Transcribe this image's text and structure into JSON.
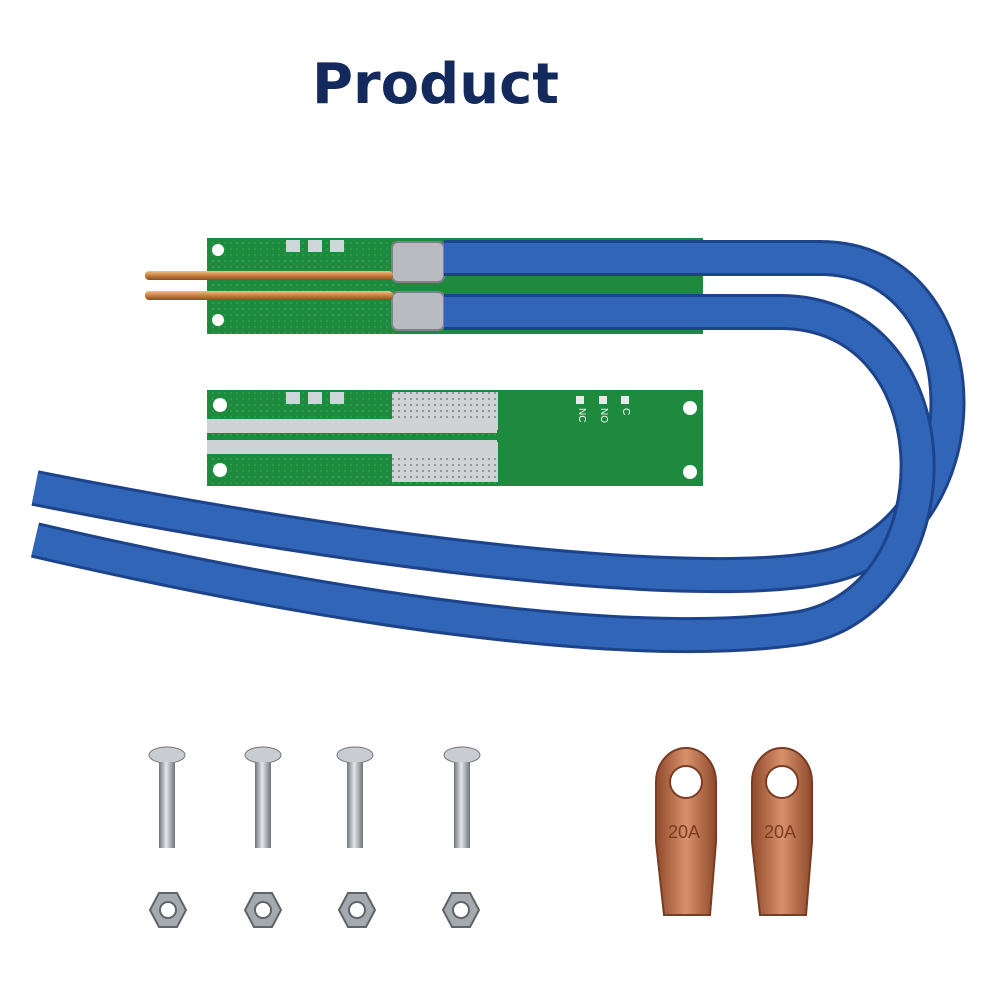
{
  "title": "Product",
  "colors": {
    "title": "#142a5c",
    "pcb": "#1e8a3e",
    "cable": "#2f5fb0",
    "copper_rod": "#c9803e",
    "lug": "#b86a45",
    "steel": "#a9aeb4"
  },
  "pcb_labels": {
    "nc": "NC",
    "no": "NO",
    "c": "C"
  },
  "lug_marking": "20A",
  "counts": {
    "screws": 4,
    "nuts": 4,
    "lugs": 2
  }
}
